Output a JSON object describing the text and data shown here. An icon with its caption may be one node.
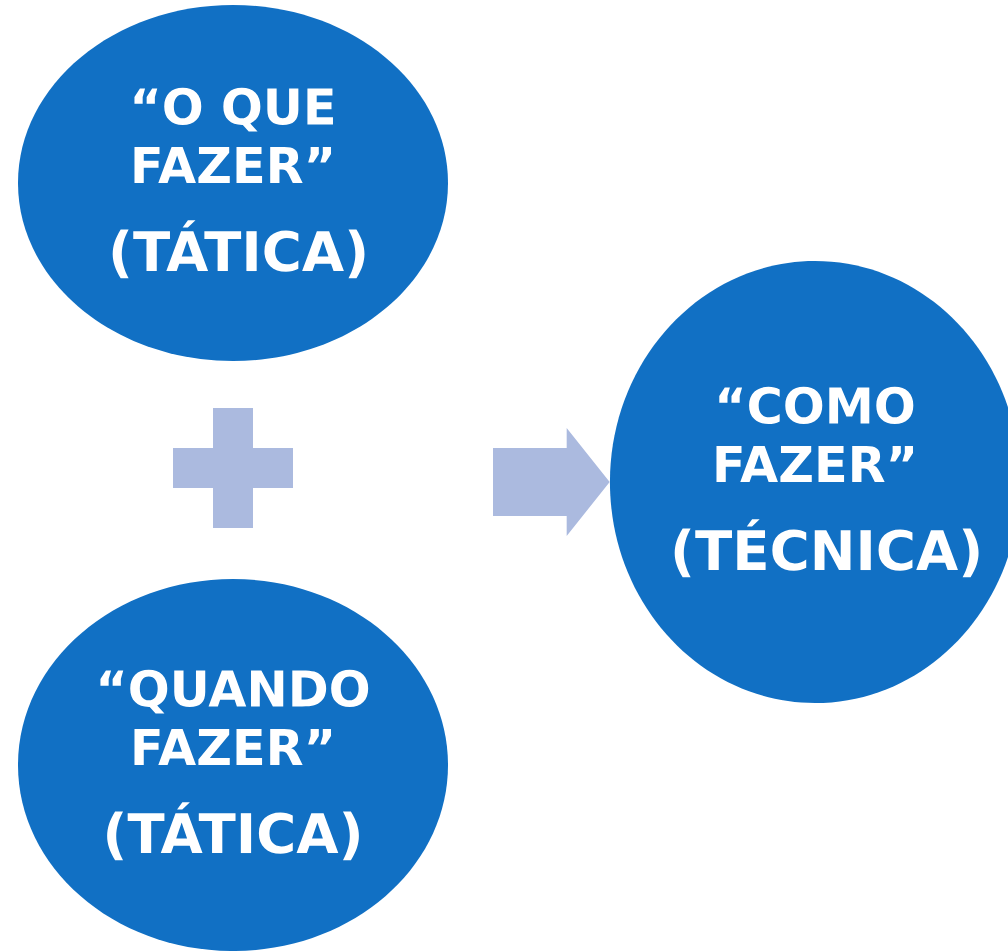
{
  "diagram": {
    "nodes": [
      {
        "text": [
          "“O QUE FAZER”",
          "(TÁTICA)"
        ]
      },
      {
        "text": [
          "“QUANDO FAZER”",
          "(TÁTICA)"
        ]
      },
      {
        "text": [
          "“COMO FAZER”",
          "(TÉCNICA)"
        ]
      },
      {
        "text": [],
        "shape": "plus"
      }
    ],
    "edges": [
      {
        "from": null,
        "to": 2,
        "arrow": "to"
      }
    ]
  }
}
